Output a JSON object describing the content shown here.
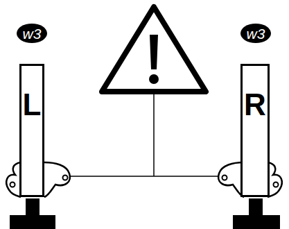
{
  "diagram": {
    "nodes": [
      {
        "text": [
          "w3"
        ]
      },
      {
        "text": [
          "w3"
        ]
      },
      {
        "text": [
          "L"
        ]
      },
      {
        "text": [
          "R"
        ]
      }
    ],
    "edges": [
      {
        "from": 2,
        "to": 3,
        "arrow": "none"
      }
    ]
  }
}
